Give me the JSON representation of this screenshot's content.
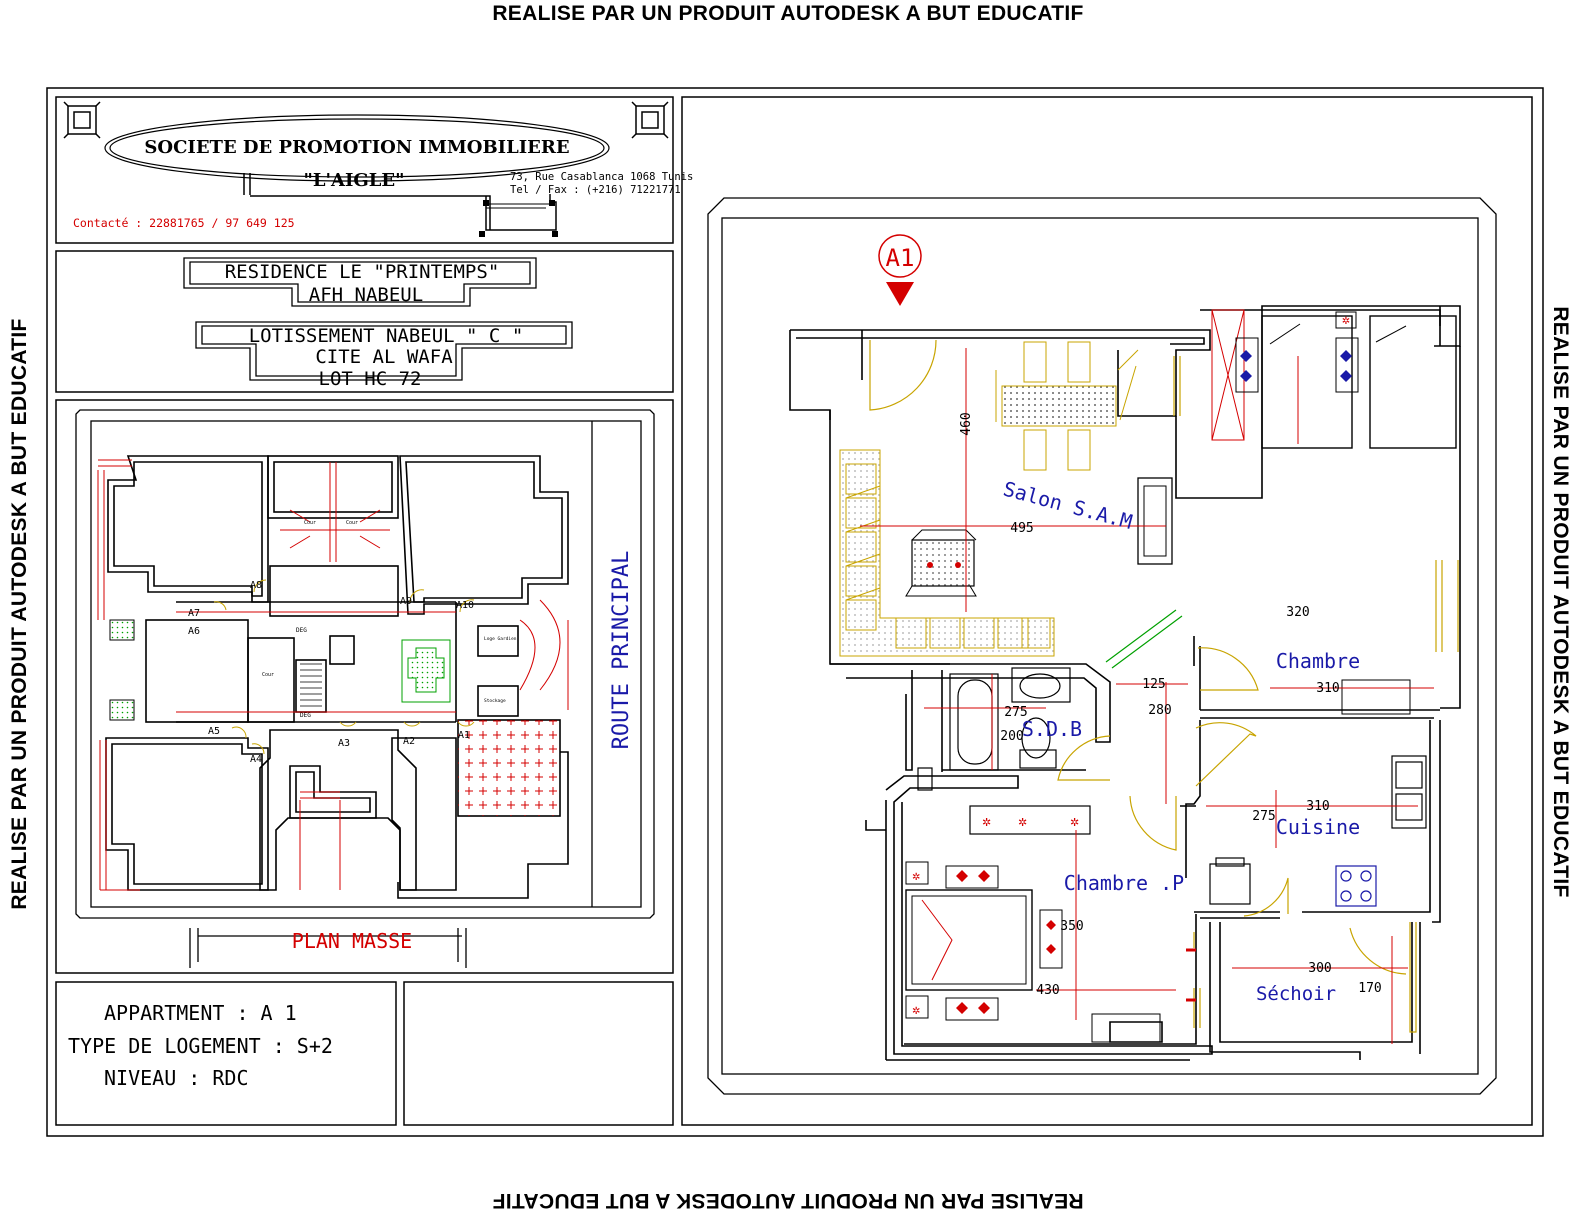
{
  "watermark": "REALISE PAR UN PRODUIT AUTODESK A BUT EDUCATIF",
  "company": {
    "name": "SOCIETE  DE  PROMOTION  IMMOBILIERE",
    "brand": "\"L'AIGLE\"",
    "address": "73, Rue Casablanca 1068 Tunis",
    "phone": "Tel / Fax : (+216) 71221771",
    "contact": "Contacté : 22881765 / 97 649 125"
  },
  "project": {
    "residence": "RESIDENCE LE \"PRINTEMPS\"",
    "developer": "AFH NABEUL",
    "lot_line1": "LOTISSEMENT  NABEUL \" C \"",
    "lot_line2": "CITE  AL  WAFA",
    "lot_line3": "LOT HC 72"
  },
  "site_plan": {
    "title": "PLAN MASSE",
    "road": "ROUTE PRINCIPAL",
    "unit_labels": [
      "A1",
      "A2",
      "A3",
      "A4",
      "A5",
      "A6",
      "A7",
      "A8",
      "A9",
      "A10"
    ],
    "small_labels": [
      "DEG",
      "DEG",
      "Cour",
      "Cour",
      "Cour",
      "Loge Gardien",
      "Stockage"
    ]
  },
  "info": {
    "apartment": "APPARTMENT : A 1",
    "type": "TYPE DE LOGEMENT : S+2",
    "level": "NIVEAU : RDC"
  },
  "floor_plan": {
    "marker": "A1",
    "rooms": {
      "salon": "Salon  S.A.M",
      "chambre": "Chambre",
      "sdb": "S.D.B",
      "cuisine": "Cuisine",
      "chambre_p": "Chambre .P",
      "sechoir": "Séchoir"
    },
    "dimensions": {
      "salon_w": "495",
      "salon_h": "460",
      "chambre_h": "320",
      "chambre_w": "310",
      "corridor_w": "125",
      "corridor_h": "280",
      "sdb_w": "275",
      "sdb_h": "200",
      "cuisine_h": "275",
      "cuisine_w": "310",
      "chambre_p_w": "430",
      "chambre_p_h": "350",
      "sechoir_w": "300",
      "sechoir_h": "170"
    }
  },
  "colors": {
    "line": "#000000",
    "dimension": "#d40000",
    "furniture": "#c8a400",
    "room_text": "#1a1aa8",
    "green": "#00a000"
  }
}
